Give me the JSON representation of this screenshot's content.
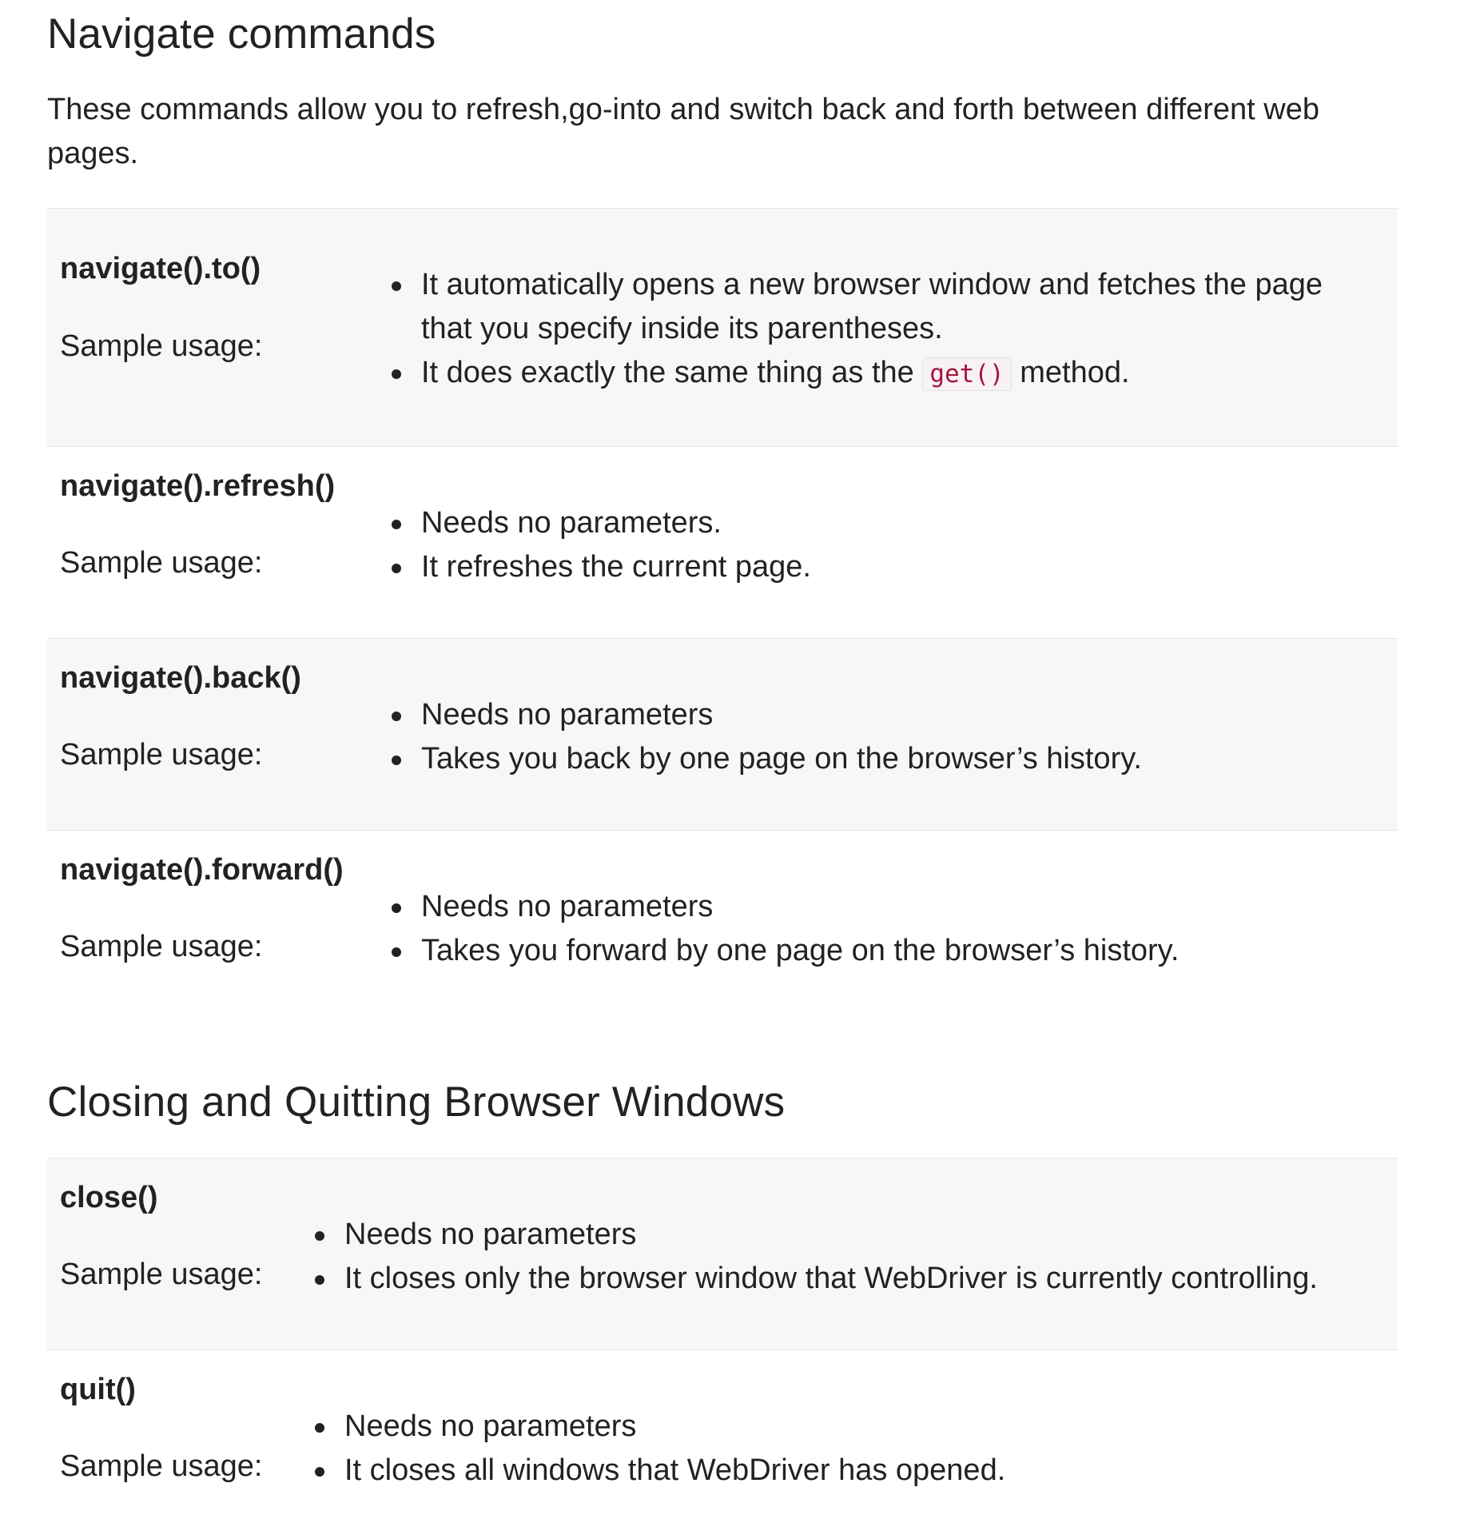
{
  "sections": [
    {
      "title": "Navigate commands",
      "intro": "These commands allow you to refresh,go-into and switch back and forth between different web pages.",
      "rows": [
        {
          "method": "navigate().to()",
          "sample_label": "Sample usage:",
          "bullets": [
            "It automatically opens a new browser window and fetches the page that you specify inside its parentheses."
          ],
          "bullet_with_code": {
            "before": "It does exactly the same thing as the",
            "code": "get()",
            "after": "method."
          }
        },
        {
          "method": "navigate().refresh()",
          "sample_label": "Sample usage:",
          "bullets": [
            "Needs no parameters.",
            "It refreshes the current page."
          ]
        },
        {
          "method": "navigate().back()",
          "sample_label": "Sample usage:",
          "bullets": [
            "Needs no parameters",
            "Takes you back by one page on the browser’s history."
          ]
        },
        {
          "method": "navigate().forward()",
          "sample_label": "Sample usage:",
          "bullets": [
            "Needs no parameters",
            "Takes you forward by one page on the browser’s history."
          ]
        }
      ]
    },
    {
      "title": "Closing and Quitting Browser Windows",
      "rows": [
        {
          "method": "close()",
          "sample_label": "Sample usage:",
          "bullets": [
            "Needs no parameters",
            "It closes only the browser window that WebDriver is currently controlling."
          ]
        },
        {
          "method": "quit()",
          "sample_label": "Sample usage:",
          "bullets": [
            "Needs no parameters",
            "It closes all windows that WebDriver has opened."
          ]
        }
      ]
    }
  ],
  "colors": {
    "text": "#222222",
    "row_alt_bg": "#f7f7f7",
    "code_text": "#a3163f",
    "code_bg": "#f9f2f4"
  }
}
